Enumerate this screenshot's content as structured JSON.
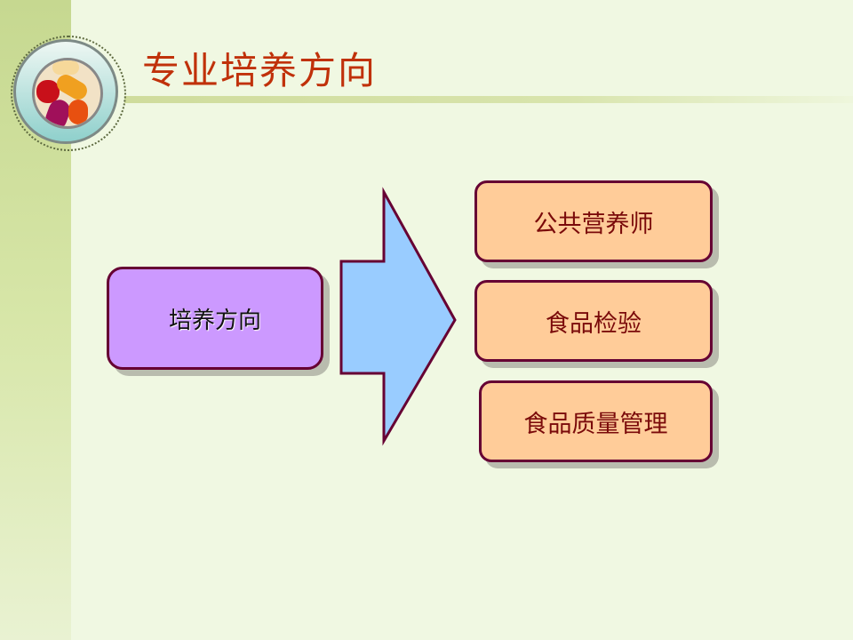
{
  "slide": {
    "title": "专业培养方向",
    "source_box": "培养方向",
    "destinations": [
      "公共营养师",
      "食品检验",
      "食品质量管理"
    ]
  },
  "colors": {
    "title": "#c0310a",
    "source_fill": "#cc99ff",
    "dest_fill": "#ffcc99",
    "arrow_fill": "#99ccff",
    "border": "#660033"
  }
}
